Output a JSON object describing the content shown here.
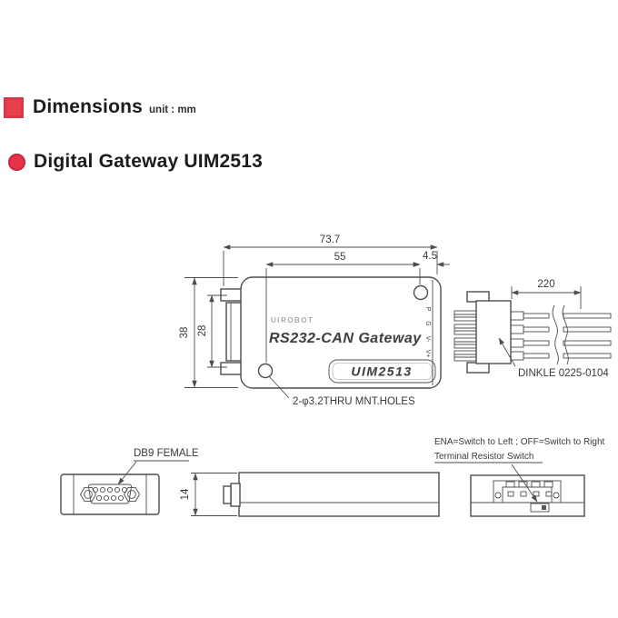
{
  "page": {
    "bg": "#ffffff",
    "line_color": "#4b4d52",
    "text_color": "#3a3a3a",
    "accent_red": "#e8404f",
    "label_gray": "#a9a9a9"
  },
  "header": {
    "section_title": "Dimensions",
    "unit_label": "unit : mm"
  },
  "subheader": {
    "product_title": "Digital Gateway UIM2513"
  },
  "top_view": {
    "dim_overall_width": "73.7",
    "dim_hole_span": "55",
    "dim_hole_to_edge": "4.5",
    "dim_overall_height": "38",
    "dim_connector_height": "28",
    "brand": "UIROBOT",
    "product_line": "RS232-CAN Gateway",
    "model_badge": "UIM2513",
    "pin_labels": [
      "P",
      "G",
      "V-",
      "V+"
    ],
    "mount_holes_note": "2-φ3.2THRU MNT.HOLES"
  },
  "cable_assembly": {
    "dim_wire_length": "220",
    "connector_part": "DINKLE 0225-0104"
  },
  "front_view": {
    "connector_label": "DB9 FEMALE"
  },
  "side_view": {
    "dim_height": "14"
  },
  "rear_view": {
    "switch_instruction": "ENA=Switch to Left ; OFF=Switch to Right",
    "switch_label": "Terminal Resistor Switch"
  }
}
